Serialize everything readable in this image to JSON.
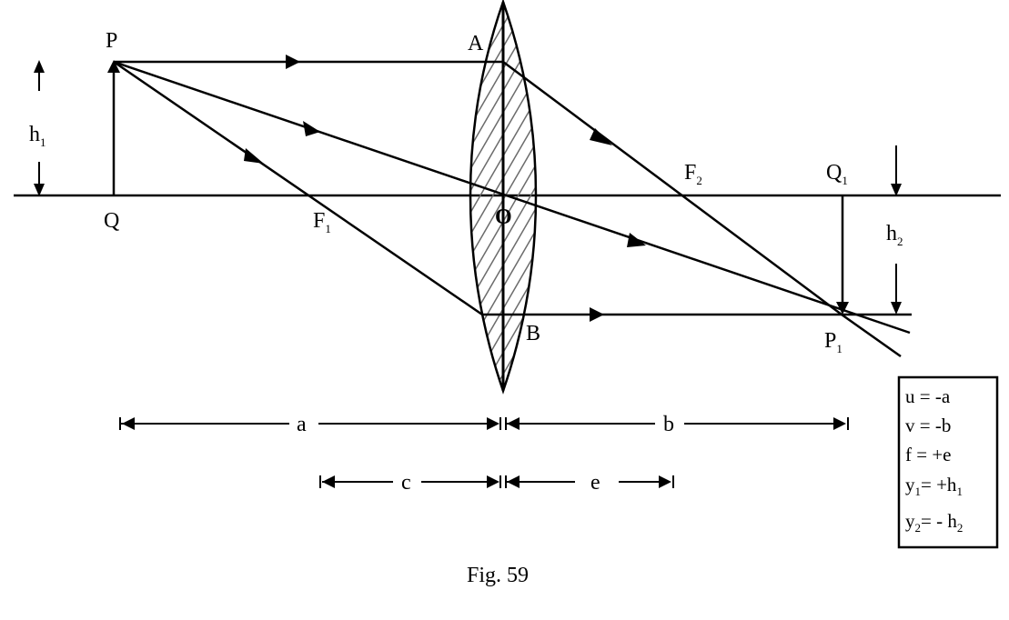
{
  "caption": "Fig. 59",
  "points": {
    "P": "P",
    "Q": "Q",
    "A": "A",
    "B": "B",
    "O": "O",
    "F1": {
      "main": "F",
      "sub": "1"
    },
    "F2": {
      "main": "F",
      "sub": "2"
    },
    "Q1": {
      "main": "Q",
      "sub": "1"
    },
    "P1": {
      "main": "P",
      "sub": "1"
    }
  },
  "heights": {
    "h1": {
      "main": "h",
      "sub": "1"
    },
    "h2": {
      "main": "h",
      "sub": "2"
    }
  },
  "distances": {
    "a": "a",
    "b": "b",
    "c": "c",
    "e": "e"
  },
  "legend": [
    {
      "text": "u = -a",
      "sub": "",
      "tail": ""
    },
    {
      "text": "v = -b",
      "sub": "",
      "tail": ""
    },
    {
      "text": "f = +e",
      "sub": "",
      "tail": ""
    },
    {
      "text": "y",
      "sub": "1",
      "tail": "= +h",
      "sub2": "1"
    },
    {
      "text": "y",
      "sub": "2",
      "tail": "= - h",
      "sub2": "2"
    }
  ]
}
